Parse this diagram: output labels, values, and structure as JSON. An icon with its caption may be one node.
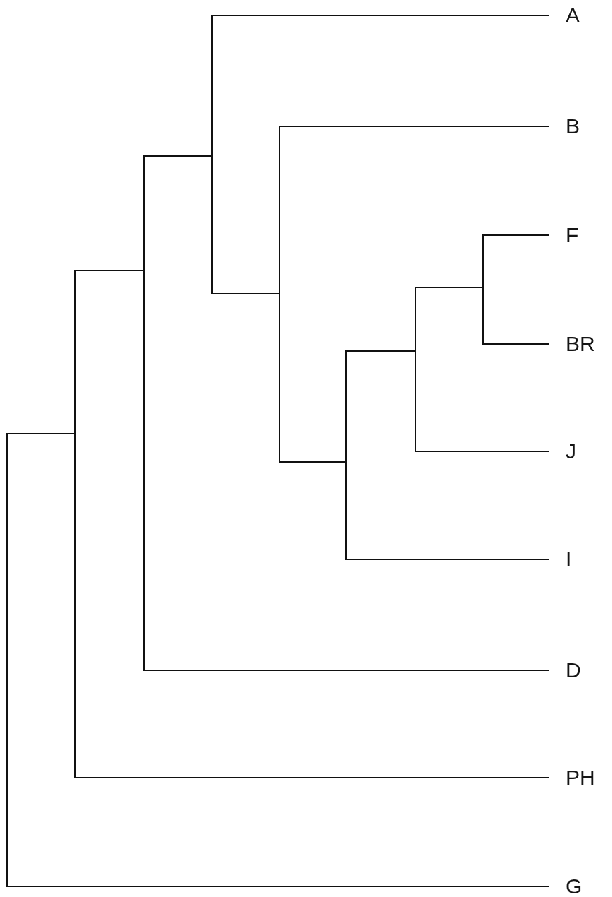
{
  "diagram": {
    "nodes": [
      {
        "text": [
          "A"
        ]
      },
      {
        "text": [
          "B"
        ]
      },
      {
        "text": [
          "F"
        ]
      },
      {
        "text": [
          "BR"
        ]
      },
      {
        "text": [
          "J"
        ]
      },
      {
        "text": [
          "I"
        ]
      },
      {
        "text": [
          "D"
        ]
      },
      {
        "text": [
          "PH"
        ]
      },
      {
        "text": [
          "G"
        ]
      },
      {
        "text": [],
        "shape": "bar"
      },
      {
        "text": [],
        "shape": "bar"
      },
      {
        "text": [],
        "shape": "bar"
      },
      {
        "text": [],
        "shape": "bar"
      },
      {
        "text": [],
        "shape": "bar"
      },
      {
        "text": [],
        "shape": "bar"
      },
      {
        "text": [],
        "shape": "bar"
      },
      {
        "text": [],
        "shape": "bar"
      }
    ],
    "edges": [
      {
        "from": 9,
        "to": 10,
        "arrow": "none"
      },
      {
        "from": 9,
        "to": 8,
        "arrow": "none"
      },
      {
        "from": 10,
        "to": 11,
        "arrow": "none"
      },
      {
        "from": 10,
        "to": 7,
        "arrow": "none"
      },
      {
        "from": 11,
        "to": 12,
        "arrow": "none"
      },
      {
        "from": 11,
        "to": 6,
        "arrow": "none"
      },
      {
        "from": 12,
        "to": 0,
        "arrow": "none"
      },
      {
        "from": 12,
        "to": 13,
        "arrow": "none"
      },
      {
        "from": 13,
        "to": 1,
        "arrow": "none"
      },
      {
        "from": 13,
        "to": 14,
        "arrow": "none"
      },
      {
        "from": 14,
        "to": 15,
        "arrow": "none"
      },
      {
        "from": 14,
        "to": 5,
        "arrow": "none"
      },
      {
        "from": 15,
        "to": 16,
        "arrow": "none"
      },
      {
        "from": 15,
        "to": 4,
        "arrow": "none"
      },
      {
        "from": 16,
        "to": 2,
        "arrow": "none"
      },
      {
        "from": 16,
        "to": 3,
        "arrow": "none"
      }
    ]
  }
}
